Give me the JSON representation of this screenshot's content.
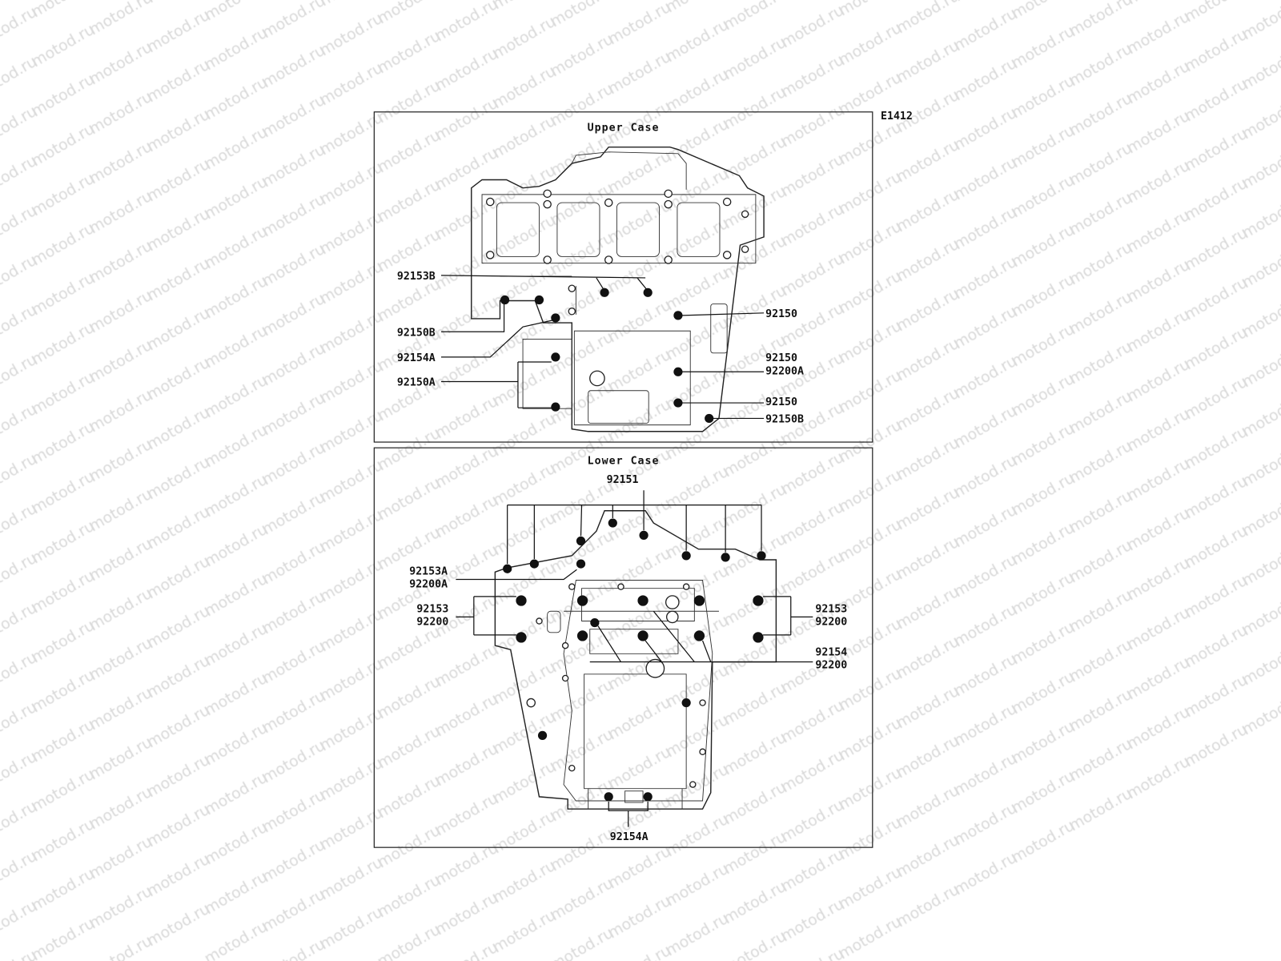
{
  "watermark": "motod.ru",
  "figure_code": "E1412",
  "upper_case": {
    "title": "Upper Case",
    "labels_left": [
      "92153B",
      "92150B",
      "92154A",
      "92150A"
    ],
    "labels_right": [
      "92150",
      "92150",
      "92200A",
      "92150",
      "92150B"
    ]
  },
  "lower_case": {
    "title": "Lower Case",
    "top_label": "92151",
    "labels_left": [
      "92153A",
      "92200A",
      "92153",
      "92200"
    ],
    "labels_right": [
      "92153",
      "92200",
      "92154",
      "92200"
    ],
    "bottom_label": "92154A"
  }
}
